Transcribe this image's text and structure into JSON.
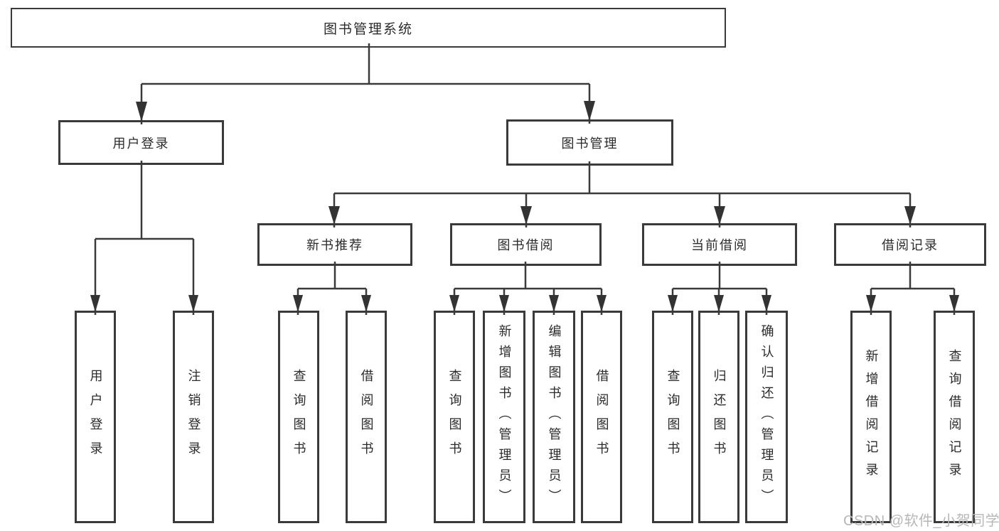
{
  "watermark": "CSDN @软件_小贺同学",
  "colors": {
    "line": "#3a3a3a",
    "border": "#3a3a3a",
    "text": "#2b2b2b",
    "watermark": "#b7b7b7",
    "background": "#ffffff"
  },
  "diagram_type": "hierarchy-tree",
  "tree": {
    "label": "图书管理系统",
    "children": [
      {
        "label": "用户登录",
        "children": [
          {
            "label": "用户登录"
          },
          {
            "label": "注销登录"
          }
        ]
      },
      {
        "label": "图书管理",
        "children": [
          {
            "label": "新书推荐",
            "children": [
              {
                "label": "查询图书"
              },
              {
                "label": "借阅图书"
              }
            ]
          },
          {
            "label": "图书借阅",
            "children": [
              {
                "label": "查询图书"
              },
              {
                "label": "新增图书（管理员）"
              },
              {
                "label": "编辑图书（管理员）"
              },
              {
                "label": "借阅图书"
              }
            ]
          },
          {
            "label": "当前借阅",
            "children": [
              {
                "label": "查询图书"
              },
              {
                "label": "归还图书"
              },
              {
                "label": "确认归还（管理员）"
              }
            ]
          },
          {
            "label": "借阅记录",
            "children": [
              {
                "label": "新增借阅记录"
              },
              {
                "label": "查询借阅记录"
              }
            ]
          }
        ]
      }
    ]
  }
}
